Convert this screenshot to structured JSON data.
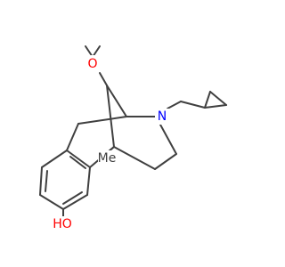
{
  "molecule": {
    "atom_labels": {
      "oxygen_methoxy": "O",
      "nitrogen": "N",
      "methyl": "Me",
      "hydroxyl": "HO"
    },
    "colors": {
      "bond": "#404040",
      "oxygen": "#ff0000",
      "nitrogen": "#0000ff",
      "carbon_label": "#404040"
    }
  }
}
